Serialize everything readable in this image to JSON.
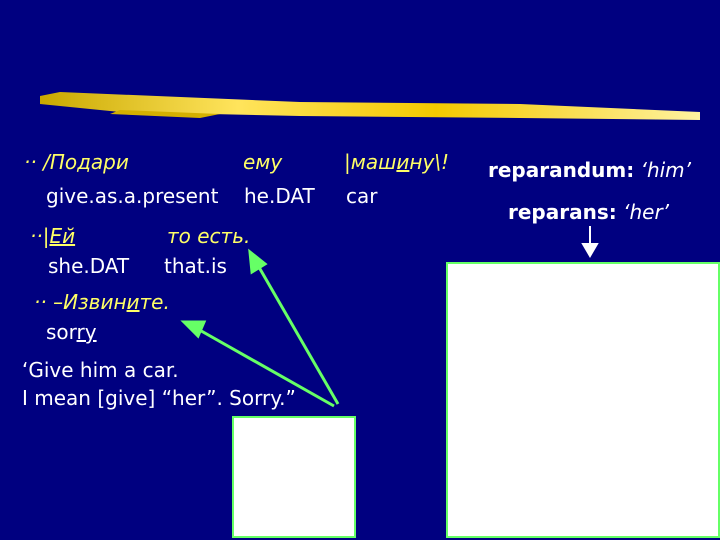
{
  "line1": {
    "prefix": "·· /",
    "word1": "Подари",
    "word2": "ему",
    "word3_a": "|маш",
    "word3_b": "и",
    "word3_c": "ну\\!"
  },
  "gloss1": {
    "g1": "give.as.a.present",
    "g2": "he.DAT",
    "g3": "car"
  },
  "line2": {
    "prefix": "··|",
    "word1": "Ей",
    "word2": "то есть."
  },
  "gloss2": {
    "g1": "she.DAT",
    "g2": "that.is"
  },
  "line3": {
    "prefix": "·· –Извин",
    "underlined": "и",
    "suffix": "те."
  },
  "gloss3": {
    "g1_a": "sor",
    "g1_b": "ry"
  },
  "translation": {
    "line1": "‘Give him a car.",
    "line2": "I mean [give] “her”. Sorry.”"
  },
  "legend": {
    "reparandum_label": "reparandum:",
    "reparandum_value": " ‘him’",
    "reparans_label": "reparans:",
    "reparans_value": " ‘her’"
  },
  "colors": {
    "background": "#000080",
    "russian_text": "#ffff66",
    "arrow": "#66ff66",
    "pointer_arrow": "#ffffff"
  }
}
